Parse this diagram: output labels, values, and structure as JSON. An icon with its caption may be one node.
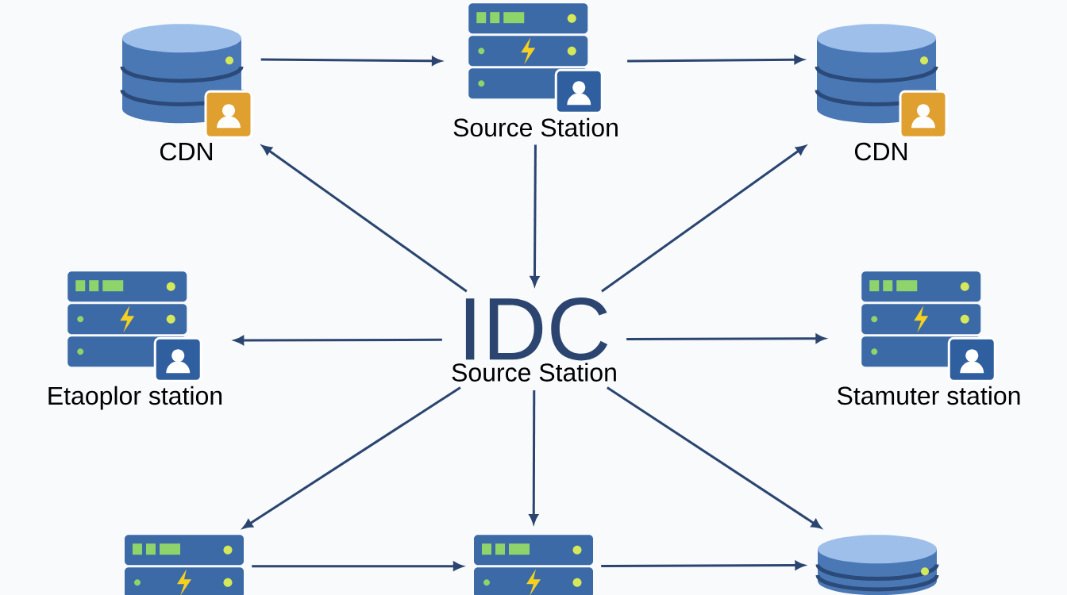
{
  "diagram": {
    "nodes": [
      {
        "text": [
          "CDN"
        ]
      },
      {
        "text": [
          "Source Station"
        ]
      },
      {
        "text": [
          "CDN"
        ]
      },
      {
        "text": [
          "Etaoplor station"
        ]
      },
      {
        "text": [
          "IDC",
          "Source Station"
        ]
      },
      {
        "text": [
          "Stamuter station"
        ]
      },
      {
        "text": [],
        "shape": "picture"
      },
      {
        "text": [],
        "shape": "picture"
      },
      {
        "text": [],
        "shape": "picture"
      }
    ],
    "edges": [
      {
        "from": 0,
        "to": 1,
        "arrow": "to"
      },
      {
        "from": 1,
        "to": 2,
        "arrow": "to"
      },
      {
        "from": 1,
        "to": 4,
        "arrow": "to"
      },
      {
        "from": 4,
        "to": 0,
        "arrow": "to"
      },
      {
        "from": 4,
        "to": 2,
        "arrow": "to"
      },
      {
        "from": 4,
        "to": 3,
        "arrow": "to"
      },
      {
        "from": 4,
        "to": 5,
        "arrow": "to"
      },
      {
        "from": 4,
        "to": 6,
        "arrow": "to"
      },
      {
        "from": 4,
        "to": 7,
        "arrow": "to"
      },
      {
        "from": 4,
        "to": 8,
        "arrow": "to"
      },
      {
        "from": 6,
        "to": 7,
        "arrow": "to"
      },
      {
        "from": 7,
        "to": 8,
        "arrow": "to"
      }
    ]
  }
}
